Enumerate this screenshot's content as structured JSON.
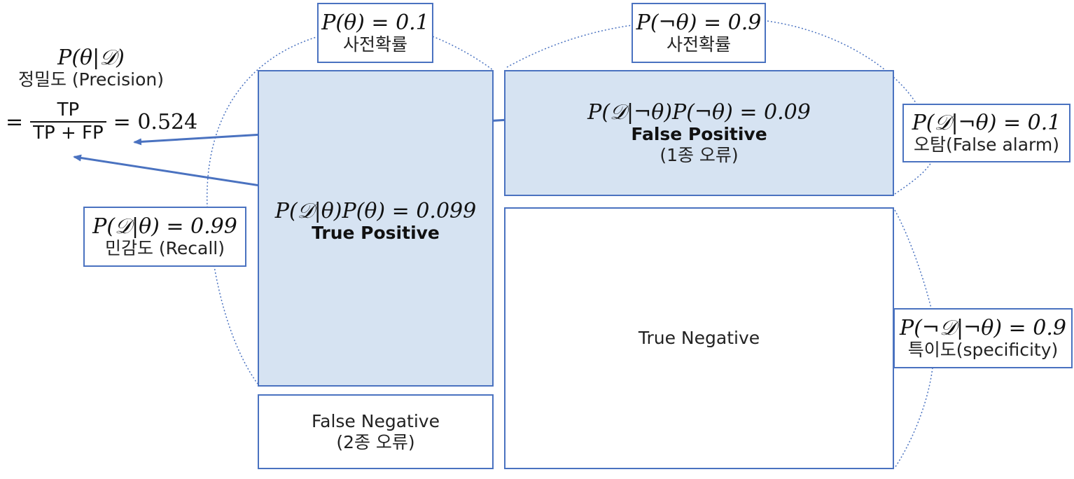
{
  "prior_theta": {
    "formula": "P(θ) = 0.1",
    "label": "사전확률"
  },
  "prior_not_theta": {
    "formula": "P(¬θ) = 0.9",
    "label": "사전확률"
  },
  "precision": {
    "formula": "P(θ|𝒟)",
    "label": "정밀도 (Precision)",
    "equals": "=",
    "numerator": "TP",
    "denominator": "TP + FP",
    "result": "= 0.524"
  },
  "recall": {
    "formula": "P(𝒟|θ) = 0.99",
    "label": "민감도 (Recall)"
  },
  "false_alarm": {
    "formula": "P(𝒟|¬θ) = 0.1",
    "label": "오탐(False alarm)"
  },
  "specificity": {
    "formula": "P(¬𝒟|¬θ) = 0.9",
    "label": "특이도(specificity)"
  },
  "true_positive": {
    "formula": "P(𝒟|θ)P(θ) = 0.099",
    "label": "True Positive"
  },
  "false_positive": {
    "formula": "P(𝒟|¬θ)P(¬θ) = 0.09",
    "label": "False Positive",
    "note": "(1종 오류)"
  },
  "false_negative": {
    "label": "False Negative",
    "note": "(2종 오류)"
  },
  "true_negative": {
    "label": "True Negative"
  },
  "colors": {
    "border": "#4a72c0",
    "fill": "#d6e3f2",
    "arrow": "#4a72c0"
  }
}
